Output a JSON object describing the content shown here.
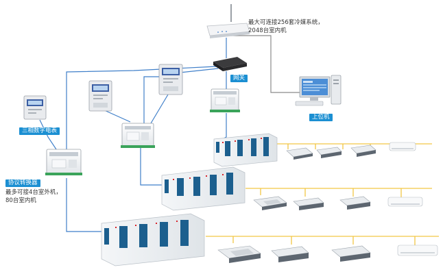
{
  "labels": {
    "three_phase_meter": "三相数字电表",
    "protocol_converter": "协议转换器",
    "gateway": "网关",
    "host_pc": "上位机"
  },
  "notes": {
    "max_systems_line1": "最大可连接256套冷媒系统，",
    "max_systems_line2": "2048台室内机",
    "per_converter_line1": "最多可接4台室外机，",
    "per_converter_line2": "80台室内机"
  },
  "colors": {
    "bus_blue": "#3f7fc9",
    "refrigerant_yellow": "#f2c744",
    "label_blue": "#1b8fd2",
    "outdoor_unit_panel": "#1c5f8e",
    "cable_gray": "#777777"
  },
  "icons": [
    "wifi-router-icon",
    "gateway-switch-icon",
    "desktop-pc-icon",
    "electric-meter-icon",
    "converter-module-icon",
    "outdoor-unit-icon",
    "ceiling-cassette-icon",
    "duct-unit-icon",
    "wall-split-icon"
  ]
}
